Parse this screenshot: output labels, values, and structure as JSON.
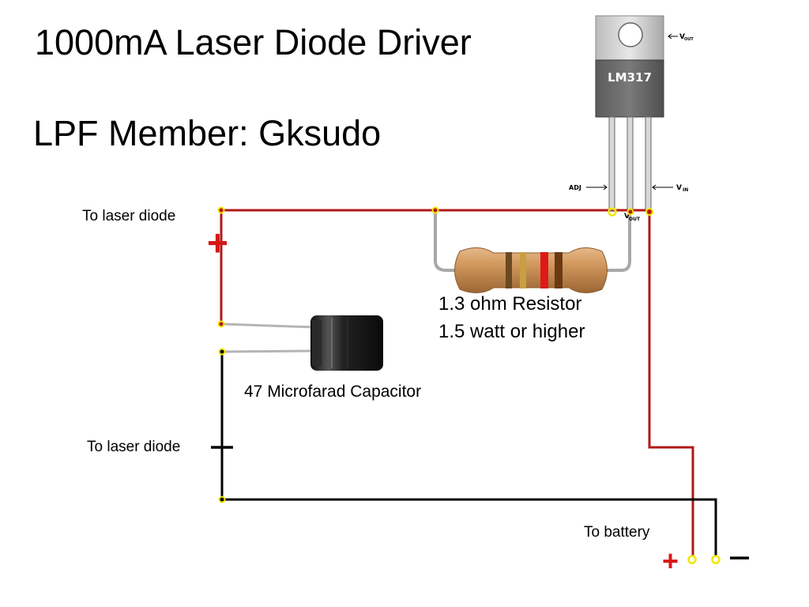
{
  "title": "1000mA Laser Diode Driver",
  "member": "LPF Member: Gksudo",
  "labels": {
    "laser_positive": "To laser diode",
    "laser_negative": "To laser diode",
    "battery": "To battery",
    "capacitor": "47 Microfarad Capacitor",
    "resistor_line1": "1.3 ohm Resistor",
    "resistor_line2": "1.5 watt or higher"
  },
  "regulator": {
    "part": "LM317",
    "pins": {
      "adj": "ADJ",
      "vout": "V",
      "vout_sub": "OUT",
      "vin": "V",
      "vin_sub": "IN"
    }
  },
  "symbols": {
    "plus": "+",
    "minus": "−"
  },
  "colors": {
    "positive_wire": "#b01818",
    "negative_wire": "#000000",
    "node": "#f2e600",
    "sign_red": "#d81818"
  }
}
